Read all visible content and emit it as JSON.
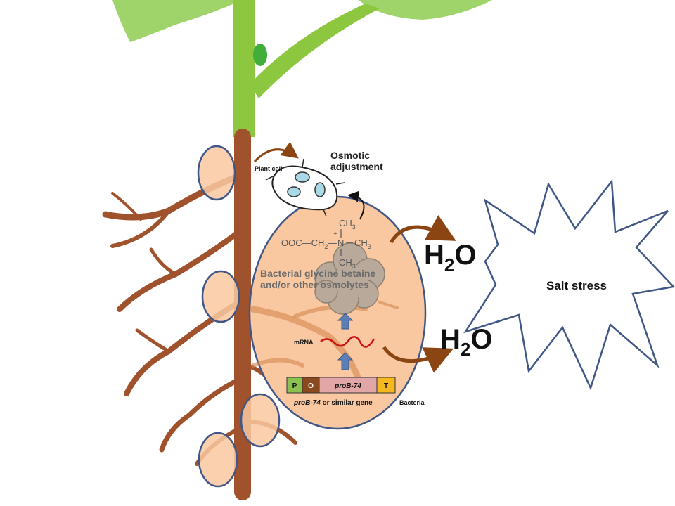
{
  "labels": {
    "plant_cell": "Plant cell",
    "osmotic_line1": "Osmotic",
    "osmotic_line2": "adjustment",
    "betaine_line1": "Bacterial glycine betaine",
    "betaine_line2": "and/or other osmolytes",
    "mrna": "mRNA",
    "gene_caption_italic": "proB-74",
    "gene_caption_rest": " or similar gene",
    "bacteria": "Bacteria",
    "h2o_h": "H",
    "h2o_sub": "2",
    "h2o_o": "O",
    "salt_stress": "Salt stress"
  },
  "formula": {
    "left": "OOC—CH",
    "sub2": "2",
    "bond": "—",
    "charge": "+",
    "n": "N",
    "ch3": "CH",
    "sub3": "3"
  },
  "gene_blocks": [
    {
      "label": "P",
      "color": "#8cc152"
    },
    {
      "label": "O",
      "color": "#8b4a1e"
    },
    {
      "label": "proB-74",
      "color": "#e2a6a6"
    },
    {
      "label": "T",
      "color": "#f5b820"
    }
  ],
  "colors": {
    "root": "#a0522d",
    "stem": "#8dc63f",
    "leaf": "#9ed46a",
    "bacterium_fill": "#f9c8a0",
    "outline": "#3f5686",
    "arrow": "#8b4513",
    "mrna": "#cc1111",
    "blue_arrow": "#5b7fb5",
    "cloud": "#b9a99b"
  }
}
